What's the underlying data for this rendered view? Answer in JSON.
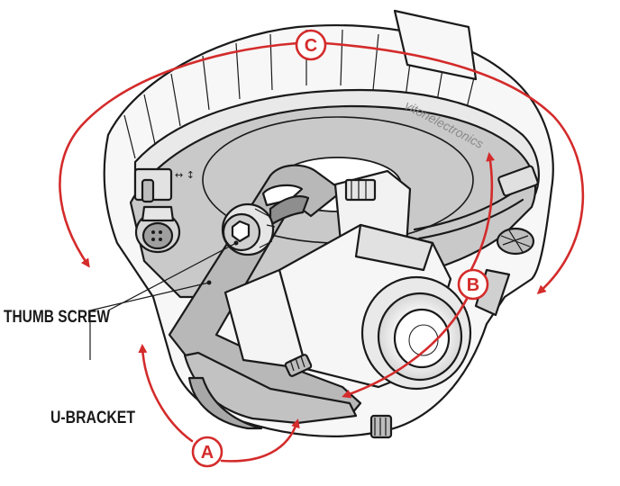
{
  "labels": {
    "thumb_screw": "THUMB SCREW",
    "u_bracket": "U-BRACKET",
    "axis_a": "A",
    "axis_b": "B",
    "axis_c": "C",
    "brand": "vitonelectronics",
    "adjust_icon": "↔ ↕"
  },
  "colors": {
    "accent": "#d42b2b",
    "outline": "#1a1a1a",
    "housing_fill": "#f7f7f7",
    "plate_fill": "#c9c9c9",
    "shadow_fill": "#a8a8a8"
  },
  "icons": [
    "rotation-arrow",
    "thumb-screw",
    "u-bracket",
    "camera-lens",
    "video-connector",
    "focus-adjust-knob"
  ]
}
